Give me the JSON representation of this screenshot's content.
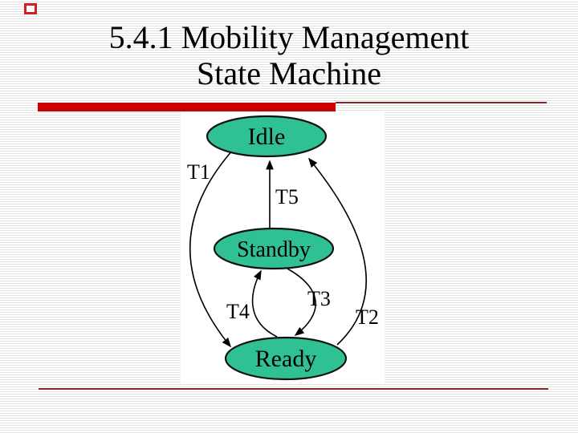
{
  "slide": {
    "title_line1": "5.4.1 Mobility Management",
    "title_line2": "State Machine",
    "colors": {
      "state_fill": "#2fc193",
      "accent_bar": "#cc0000",
      "rule_line": "#8b2222",
      "stripe": "#e2e2e2",
      "corner_square_border": "#cc2222"
    }
  },
  "diagram": {
    "states": [
      {
        "label": "Idle"
      },
      {
        "label": "Standby"
      },
      {
        "label": "Ready"
      }
    ],
    "transitions": [
      {
        "label": "T1"
      },
      {
        "label": "T2"
      },
      {
        "label": "T3"
      },
      {
        "label": "T4"
      },
      {
        "label": "T5"
      }
    ]
  }
}
